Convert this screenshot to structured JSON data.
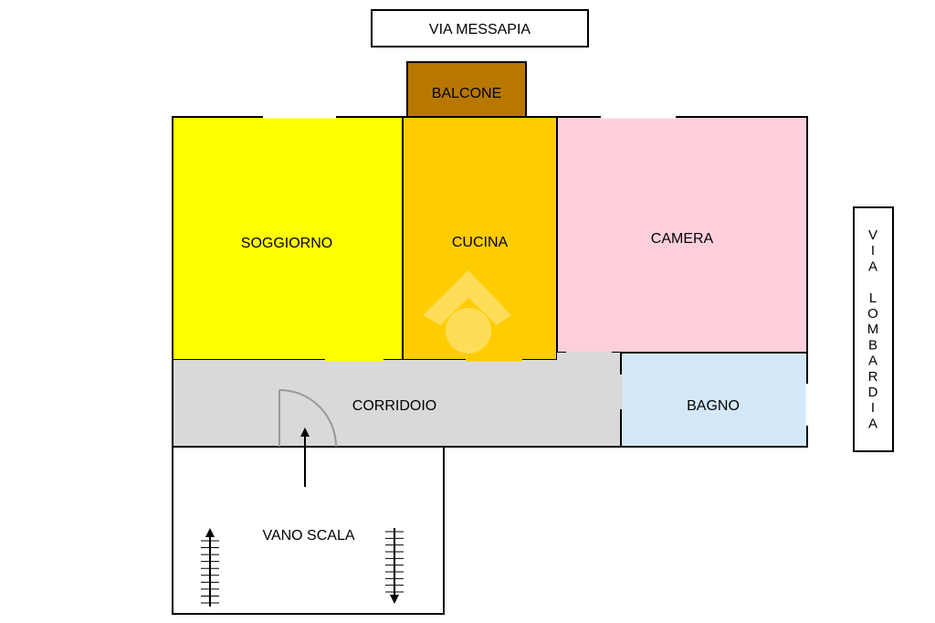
{
  "streets": {
    "top": "VIA MESSAPIA",
    "right": "VIA LOMBARDIA"
  },
  "rooms": {
    "balcone": {
      "label": "BALCONE",
      "color": "#B87800"
    },
    "soggiorno": {
      "label": "SOGGIORNO",
      "color": "#FFFF00"
    },
    "cucina": {
      "label": "CUCINA",
      "color": "#FFCC00"
    },
    "camera": {
      "label": "CAMERA",
      "color": "#FFD0DC"
    },
    "corridoio": {
      "label": "CORRIDOIO",
      "color": "#D9D9D9"
    },
    "bagno": {
      "label": "BAGNO",
      "color": "#D5E8FA"
    },
    "vano_scala": {
      "label": "VANO SCALA",
      "color": "#FFFFFF"
    }
  },
  "icons": {
    "watermark": "house-logo-icon",
    "door": "door-swing-icon",
    "entry": "entry-arrow-icon",
    "stairs_up": "stairs-up-icon",
    "stairs_down": "stairs-down-icon"
  }
}
